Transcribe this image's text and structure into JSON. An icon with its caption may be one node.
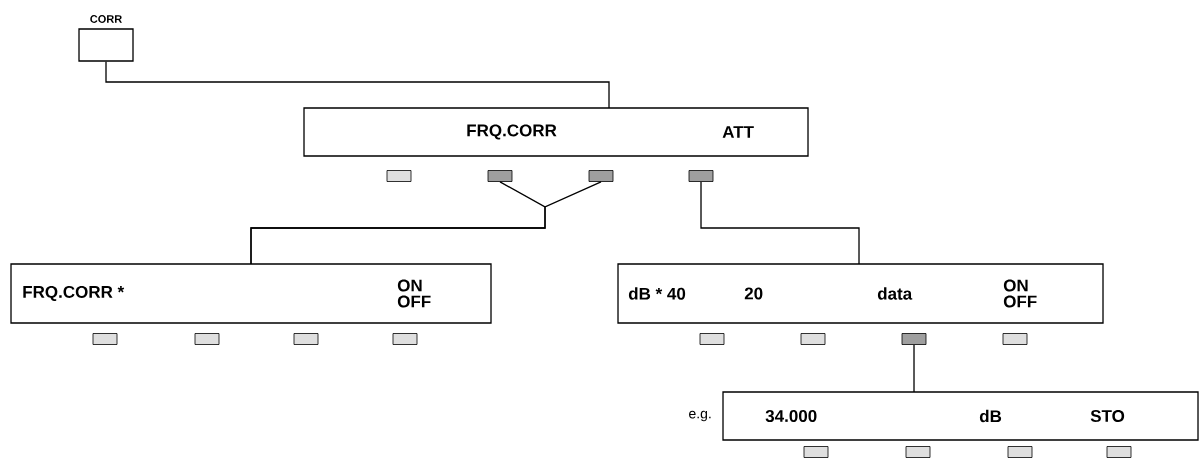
{
  "diagram": {
    "nodes": [
      {
        "text": [
          "CORR"
        ]
      },
      {
        "text": [
          "FRQ.CORR",
          "ATT"
        ]
      },
      {
        "text": [],
        "shape": "box"
      },
      {
        "text": [],
        "shape": "box"
      },
      {
        "text": [],
        "shape": "box"
      },
      {
        "text": [],
        "shape": "box"
      },
      {
        "text": [
          "FRQ.CORR *",
          "ON OFF"
        ]
      },
      {
        "text": [],
        "shape": "box"
      },
      {
        "text": [],
        "shape": "box"
      },
      {
        "text": [],
        "shape": "box"
      },
      {
        "text": [],
        "shape": "box"
      },
      {
        "text": [
          "dB * 40",
          "20",
          "data",
          "ON OFF"
        ]
      },
      {
        "text": [],
        "shape": "box"
      },
      {
        "text": [],
        "shape": "box"
      },
      {
        "text": [],
        "shape": "box"
      },
      {
        "text": [],
        "shape": "box"
      },
      {
        "text": [
          "34.000",
          "dB",
          "STO"
        ],
        "beside": [
          "e.g."
        ]
      },
      {
        "text": [],
        "shape": "box"
      },
      {
        "text": [],
        "shape": "box"
      },
      {
        "text": [],
        "shape": "box"
      },
      {
        "text": [],
        "shape": "box"
      }
    ],
    "edges": [
      {
        "from": 0,
        "to": 1,
        "arrow": "none"
      },
      {
        "from": 3,
        "to": 6,
        "arrow": "none"
      },
      {
        "from": 4,
        "to": 6,
        "arrow": "none"
      },
      {
        "from": 5,
        "to": 11,
        "arrow": "none"
      },
      {
        "from": 14,
        "to": 16,
        "arrow": "none"
      }
    ]
  }
}
